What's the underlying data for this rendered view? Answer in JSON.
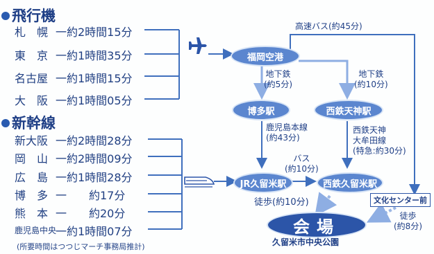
{
  "flight_header": "飛行機",
  "flights": [
    {
      "city": "札　幌",
      "time": "一約2時間15分"
    },
    {
      "city": "東　京",
      "time": "一約1時間35分"
    },
    {
      "city": "名古屋",
      "time": "一約1時間15分"
    },
    {
      "city": "大　阪",
      "time": "一約1時間05分"
    }
  ],
  "shinkansen_header": "新幹線",
  "shinkansen": [
    {
      "city": "新大阪",
      "time": "一約2時間28分"
    },
    {
      "city": "岡　山",
      "time": "一約2時間09分"
    },
    {
      "city": "広　島",
      "time": "一約1時間28分"
    },
    {
      "city": "博　多",
      "time": "一　　約17分"
    },
    {
      "city": "熊　本",
      "time": "一　　約20分"
    },
    {
      "city": "鹿児島中央",
      "time": "一約1時間07分"
    }
  ],
  "note": "(所要時間はつつじマーチ事務局推計)",
  "nodes": {
    "airport": "福岡空港",
    "hakata": "博多駅",
    "tenjin": "西鉄天神駅",
    "jr_kurume": "JR久留米駅",
    "nishitetsu_kurume": "西鉄久留米駅"
  },
  "routes": {
    "highway_bus": "高速バス(約45分)",
    "subway_1": "地下鉄\n(約5分)",
    "subway_2": "地下鉄\n(約10分)",
    "kagoshima_line": "鹿児島本線\n(約43分)",
    "omuta_line": "西鉄天神\n大牟田線\n(特急:約30分)",
    "bus": "バス\n(約10分)",
    "walk_1": "徒歩(約10分)",
    "walk_2": "徒歩\n(約8分)"
  },
  "bus_stop": "文化センター前",
  "venue": {
    "title": "会場",
    "name": "久留米市中央公園"
  },
  "colors": {
    "line": "#3f6fbd",
    "arrow_light": "#7fa3dd",
    "node": "#5b86cf",
    "venue": "#2c55a8"
  }
}
